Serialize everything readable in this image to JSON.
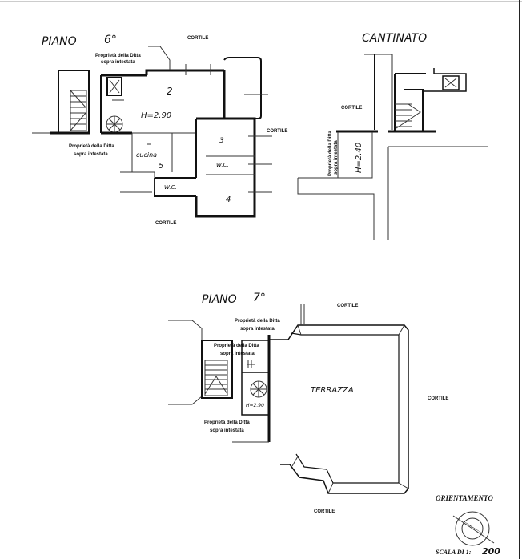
{
  "plan6": {
    "title": "PIANO",
    "level": "6°",
    "courtyard_top": "CORTILE",
    "courtyard_right": "CORTILE",
    "courtyard_bottom": "CORTILE",
    "property_note_1a": "Proprietà della Ditta",
    "property_note_1b": "sopra intestata",
    "property_note_2a": "Proprietà della Ditta",
    "property_note_2b": "sopra intestata",
    "height": "H=2.90",
    "kitchen": "cucina",
    "wc1": "W.C.",
    "wc2": "W.C.",
    "room_numbers": [
      "2",
      "3",
      "4",
      "5"
    ]
  },
  "basement": {
    "title": "CANTINATO",
    "courtyard": "CORTILE",
    "property_note_a": "Proprietà della Ditta",
    "property_note_b": "sopra intestata",
    "height": "H=2.40"
  },
  "plan7": {
    "title": "PIANO",
    "level": "7°",
    "courtyard_top": "CORTILE",
    "courtyard_right": "CORTILE",
    "courtyard_bottom": "CORTILE",
    "property_note_1a": "Proprietà della Ditta",
    "property_note_1b": "sopra intestata",
    "property_note_2a": "Proprietà della Ditta",
    "property_note_2b": "sopra intestata",
    "property_note_3a": "Proprietà della Ditta",
    "property_note_3b": "sopra intestata",
    "terrace": "TERRAZZA",
    "height": "H=2.90"
  },
  "legend": {
    "orientation": "ORIENTAMENTO",
    "scale_label": "SCALA DI 1:",
    "scale_value": "200"
  }
}
